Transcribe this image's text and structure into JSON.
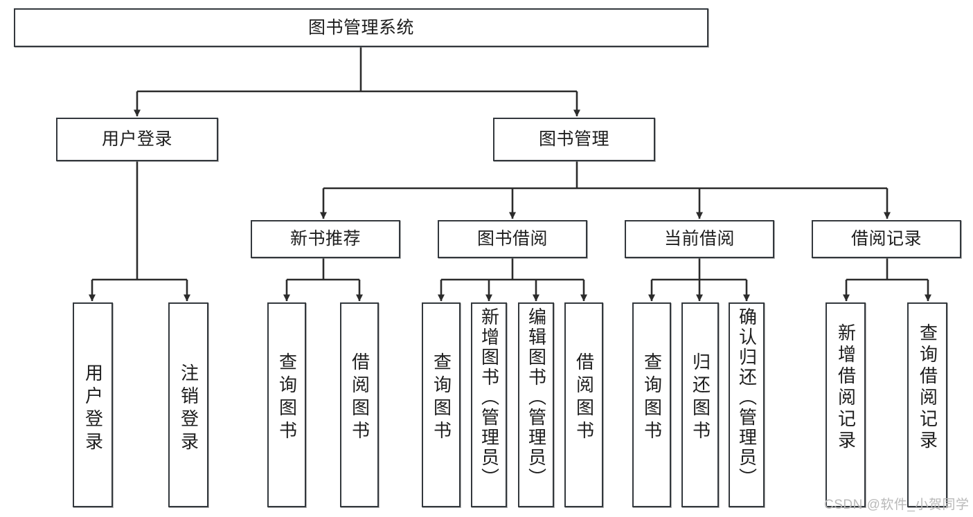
{
  "diagram": {
    "title": "图书管理系统",
    "type": "tree-hierarchy-diagram",
    "colors": {
      "node_border": "#33383d",
      "node_fill": "#ffffff",
      "edge": "#2b2b2b",
      "text": "#1d1d1d",
      "watermark": "#b9b9b9",
      "background": "#ffffff"
    },
    "levels": {
      "root": [
        "图书管理系统"
      ],
      "level2": [
        "用户登录",
        "图书管理"
      ],
      "level3": [
        "新书推荐",
        "图书借阅",
        "当前借阅",
        "借阅记录"
      ],
      "leaves": [
        "用户登录",
        "注销登录",
        "查询图书",
        "借阅图书",
        "查询图书",
        "新增图书（管理员）",
        "编辑图书（管理员）",
        "借阅图书",
        "查询图书",
        "归还图书",
        "确认归还（管理员）",
        "新增借阅记录",
        "查询借阅记录"
      ]
    },
    "nodes": {
      "root": {
        "label": "图书管理系统"
      },
      "user_login": {
        "label": "用户登录"
      },
      "book_manage": {
        "label": "图书管理"
      },
      "new_book_rec": {
        "label": "新书推荐"
      },
      "book_borrow": {
        "label": "图书借阅"
      },
      "current_borrow": {
        "label": "当前借阅"
      },
      "borrow_record": {
        "label": "借阅记录"
      },
      "leaf_user_login": {
        "label": "用户登录"
      },
      "leaf_logout": {
        "label": "注销登录"
      },
      "leaf_query_book_1": {
        "label": "查询图书"
      },
      "leaf_borrow_book_1": {
        "label": "借阅图书"
      },
      "leaf_query_book_2": {
        "label": "查询图书"
      },
      "leaf_add_book": {
        "label": "新增图书（管理员）"
      },
      "leaf_edit_book": {
        "label": "编辑图书（管理员）"
      },
      "leaf_borrow_book_2": {
        "label": "借阅图书"
      },
      "leaf_query_book_3": {
        "label": "查询图书"
      },
      "leaf_return_book": {
        "label": "归还图书"
      },
      "leaf_confirm_return": {
        "label": "确认归还（管理员）"
      },
      "leaf_add_record": {
        "label": "新增借阅记录"
      },
      "leaf_query_record": {
        "label": "查询借阅记录"
      }
    },
    "edges": [
      {
        "from": "root",
        "to": "user_login"
      },
      {
        "from": "root",
        "to": "book_manage"
      },
      {
        "from": "user_login",
        "to": "leaf_user_login"
      },
      {
        "from": "user_login",
        "to": "leaf_logout"
      },
      {
        "from": "book_manage",
        "to": "new_book_rec"
      },
      {
        "from": "book_manage",
        "to": "book_borrow"
      },
      {
        "from": "book_manage",
        "to": "current_borrow"
      },
      {
        "from": "book_manage",
        "to": "borrow_record"
      },
      {
        "from": "new_book_rec",
        "to": "leaf_query_book_1"
      },
      {
        "from": "new_book_rec",
        "to": "leaf_borrow_book_1"
      },
      {
        "from": "book_borrow",
        "to": "leaf_query_book_2"
      },
      {
        "from": "book_borrow",
        "to": "leaf_add_book"
      },
      {
        "from": "book_borrow",
        "to": "leaf_edit_book"
      },
      {
        "from": "book_borrow",
        "to": "leaf_borrow_book_2"
      },
      {
        "from": "current_borrow",
        "to": "leaf_query_book_3"
      },
      {
        "from": "current_borrow",
        "to": "leaf_return_book"
      },
      {
        "from": "current_borrow",
        "to": "leaf_confirm_return"
      },
      {
        "from": "borrow_record",
        "to": "leaf_add_record"
      },
      {
        "from": "borrow_record",
        "to": "leaf_query_record"
      }
    ]
  },
  "watermark": {
    "text": "CSDN @软件_小贺同学"
  }
}
